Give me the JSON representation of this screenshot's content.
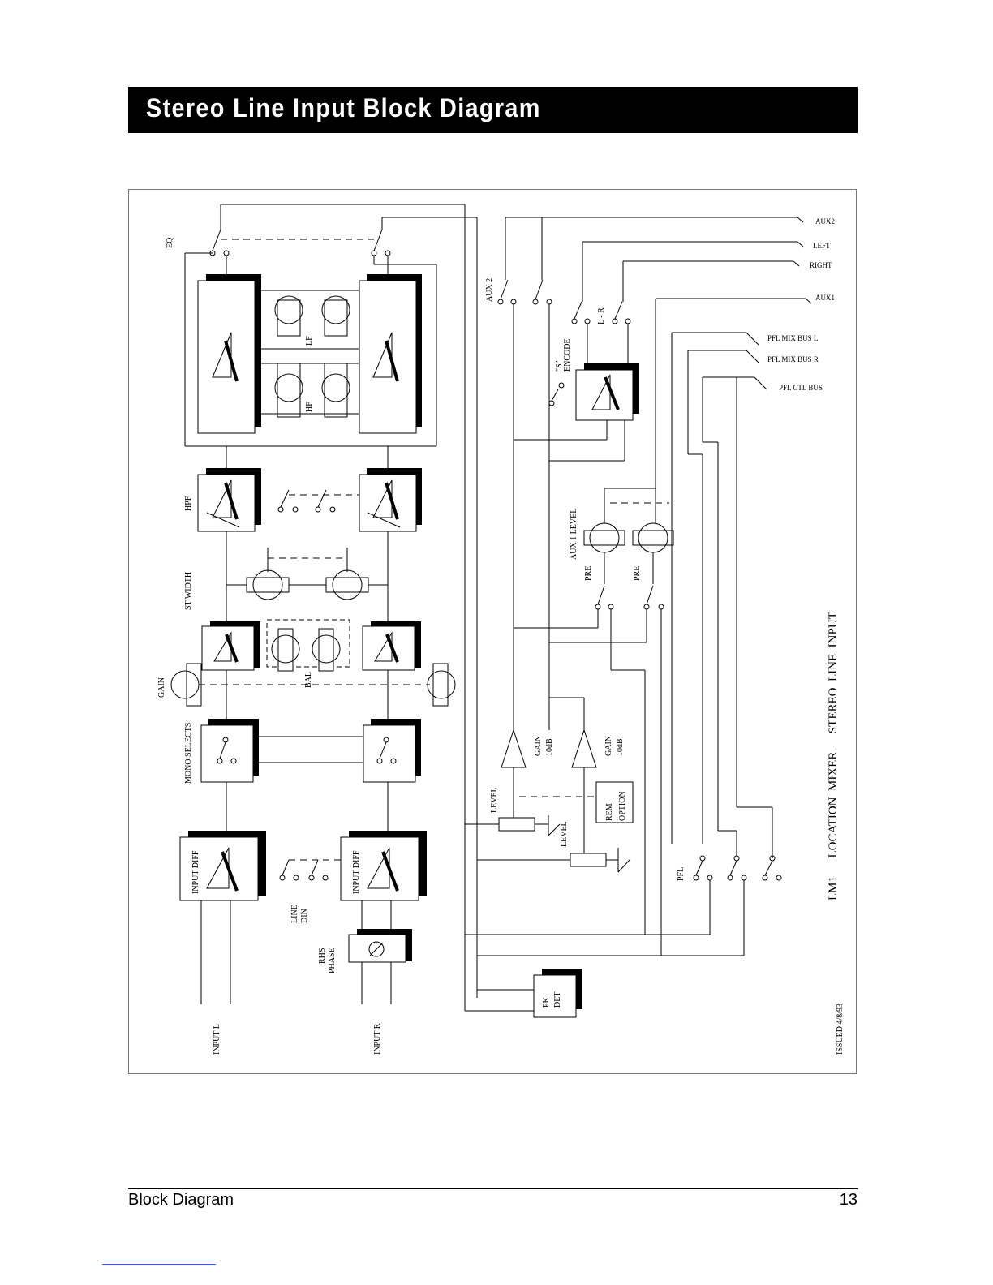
{
  "page": {
    "title": "Stereo Line Input Block Diagram",
    "footer_left": "Block Diagram",
    "footer_right": "13"
  },
  "diagram": {
    "labels": {
      "eq": "EQ",
      "lf": "LF",
      "hf": "HF",
      "hpf": "HPF",
      "st_width": "ST WIDTH",
      "bal": "BAL",
      "gain": "GAIN",
      "mono_selects": "MONO SELECTS",
      "input_diff_l": "INPUT DIFF",
      "input_diff_r": "INPUT DIFF",
      "line_din_1": "LINE",
      "line_din_2": "DIN",
      "rhs_phase_1": "RHS",
      "rhs_phase_2": "PHASE",
      "input_l": "INPUT L",
      "input_r": "INPUT R",
      "aux2_switch": "AUX 2",
      "l_r": "L - R",
      "s_encode_1": "\"S\"",
      "s_encode_2": "ENCODE",
      "aux1_level": "AUX 1 LEVEL",
      "pre_1": "PRE",
      "pre_2": "PRE",
      "gain_10db_1a": "GAIN",
      "gain_10db_1b": "10dB",
      "gain_10db_2a": "GAIN",
      "gain_10db_2b": "10dB",
      "level_1": "LEVEL",
      "level_2": "LEVEL",
      "rem_option_1": "REM",
      "rem_option_2": "OPTION",
      "pfl": "PFL",
      "pk_det_1": "PK",
      "pk_det_2": "DET",
      "bus_aux2": "AUX2",
      "bus_left": "LEFT",
      "bus_right": "RIGHT",
      "bus_aux1": "AUX1",
      "bus_pfl_l": "PFL MIX BUS L",
      "bus_pfl_r": "PFL MIX BUS R",
      "bus_pfl_ctl": "PFL CTL BUS",
      "big_title": "LM1      LOCATION  MIXER      STEREO  LINE  INPUT",
      "issued": "ISSUED  4/8/93"
    }
  }
}
